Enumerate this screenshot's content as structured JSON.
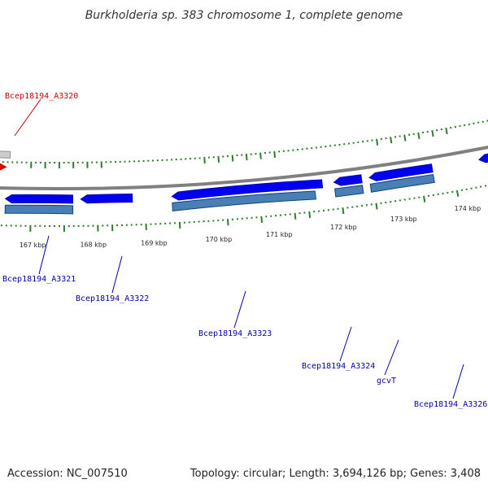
{
  "title": "Burkholderia sp. 383 chromosome 1, complete genome",
  "footer": {
    "accession": "Accession: NC_007510",
    "summary": "Topology: circular; Length: 3,694,126 bp; Genes: 3,408"
  },
  "colors": {
    "backbone": "#808080",
    "cds": "#0000ee",
    "gene": "#4a7fb5",
    "highlight": "#ee0000",
    "other": "#cccccc",
    "tick": "#2e7d2e",
    "label_default": "#0000aa",
    "label_highlight": "#cc0000"
  },
  "ticks": [
    "167 kbp",
    "168 kbp",
    "169 kbp",
    "170 kbp",
    "171 kbp",
    "172 kbp",
    "173 kbp",
    "174 kbp"
  ],
  "genes": [
    {
      "name": "Bcep18194_A3320",
      "color_key": "label_highlight"
    },
    {
      "name": "Bcep18194_A3321",
      "color_key": "label_default"
    },
    {
      "name": "Bcep18194_A3322",
      "color_key": "label_default"
    },
    {
      "name": "Bcep18194_A3323",
      "color_key": "label_default"
    },
    {
      "name": "Bcep18194_A3324",
      "color_key": "label_default"
    },
    {
      "name": "gcvT",
      "color_key": "label_default"
    },
    {
      "name": "Bcep18194_A3326",
      "color_key": "label_default"
    }
  ]
}
